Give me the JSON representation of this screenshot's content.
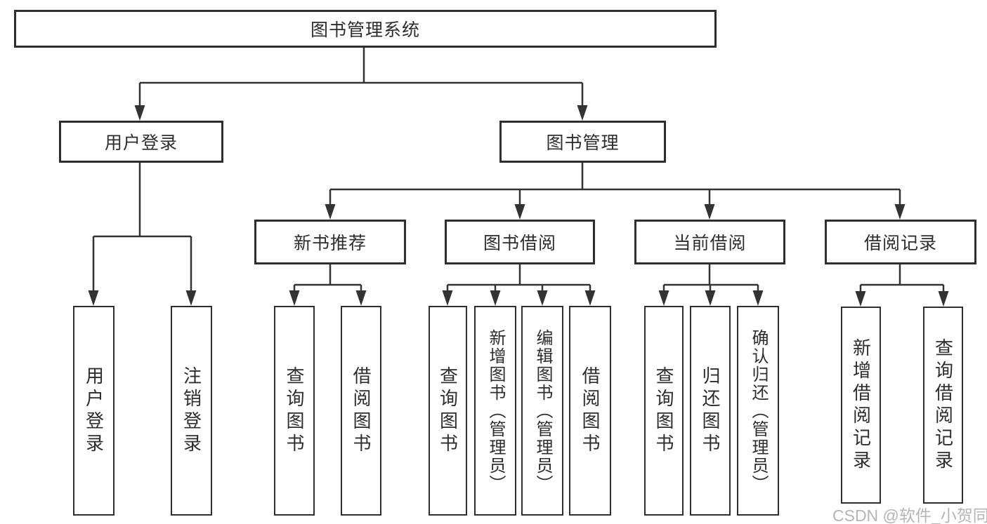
{
  "colors": {
    "background": "#ffffff",
    "line": "#333333",
    "box_border": "#2e2e2e",
    "text": "#2d2d2d",
    "watermark": "#b5b5b5"
  },
  "watermark": {
    "text": "CSDN @软件_小贺同学"
  },
  "tree": {
    "root": {
      "label": "图书管理系统"
    },
    "user_login": {
      "label": "用户登录",
      "children": [
        {
          "label": "用户登录"
        },
        {
          "label": "注销登录"
        }
      ]
    },
    "book_mgmt": {
      "label": "图书管理",
      "children": {
        "new_books": {
          "label": "新书推荐",
          "children": [
            {
              "label": "查询图书"
            },
            {
              "label": "借阅图书"
            }
          ]
        },
        "book_borrow": {
          "label": "图书借阅",
          "children": [
            {
              "label": "查询图书"
            },
            {
              "label": "新增图书（管理员）"
            },
            {
              "label": "编辑图书（管理员）"
            },
            {
              "label": "借阅图书"
            }
          ]
        },
        "current_borrow": {
          "label": "当前借阅",
          "children": [
            {
              "label": "查询图书"
            },
            {
              "label": "归还图书"
            },
            {
              "label": "确认归还（管理员）"
            }
          ]
        },
        "borrow_records": {
          "label": "借阅记录",
          "children": [
            {
              "label": "新增借阅记录"
            },
            {
              "label": "查询借阅记录"
            }
          ]
        }
      }
    }
  }
}
